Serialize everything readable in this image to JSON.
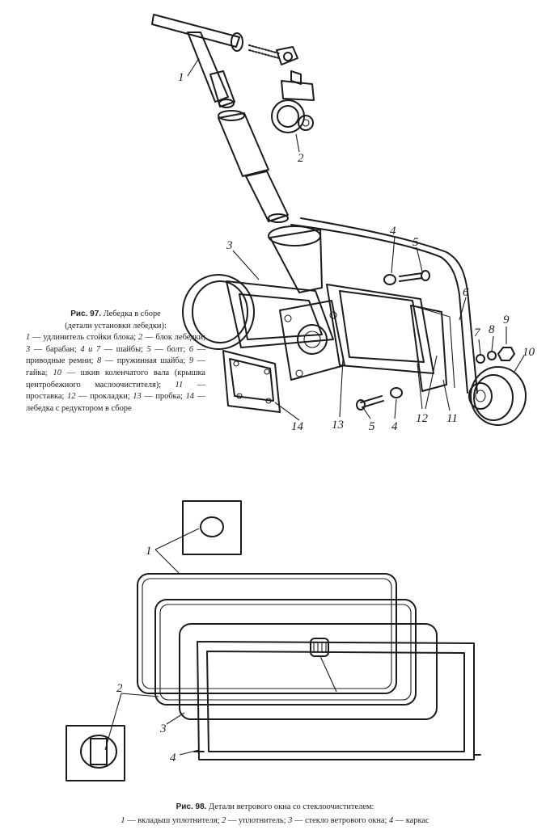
{
  "figure97": {
    "label": "Рис. 97.",
    "title_line1": "Лебедка в сборе",
    "title_line2": "(детали установки лебедки):",
    "legend": [
      {
        "num": "1",
        "text": "удлинитель стойки блока;"
      },
      {
        "num": "2",
        "text": "блок лебедки;"
      },
      {
        "num": "3",
        "text": "барабан;"
      },
      {
        "num": "4 и 7",
        "text": "шайбы;"
      },
      {
        "num": "5",
        "text": "болт;"
      },
      {
        "num": "6",
        "text": "приводные ремни;"
      },
      {
        "num": "8",
        "text": "пружинная шайба;"
      },
      {
        "num": "9",
        "text": "гайка;"
      },
      {
        "num": "10",
        "text": "шкив коленчатого вала (крышка центробежного маслоочистителя);"
      },
      {
        "num": "11",
        "text": "проставка;"
      },
      {
        "num": "12",
        "text": "прокладки;"
      },
      {
        "num": "13",
        "text": "пробка;"
      },
      {
        "num": "14",
        "text": "лебедка с редуктором в сборе"
      }
    ],
    "callouts": [
      "1",
      "2",
      "3",
      "4",
      "5",
      "6",
      "7",
      "8",
      "9",
      "10",
      "4",
      "5",
      "13",
      "14",
      "12",
      "11"
    ]
  },
  "figure98": {
    "label": "Рис. 98.",
    "title": "Детали ветрового окна со стеклоочистителем:",
    "legend": [
      {
        "num": "1",
        "text": "вкладыш уплотнителя;"
      },
      {
        "num": "2",
        "text": "уплотнитель;"
      },
      {
        "num": "3",
        "text": "стекло ветрового окна;"
      },
      {
        "num": "4",
        "text": "каркас"
      }
    ],
    "callouts": [
      "1",
      "2",
      "3",
      "4"
    ]
  }
}
